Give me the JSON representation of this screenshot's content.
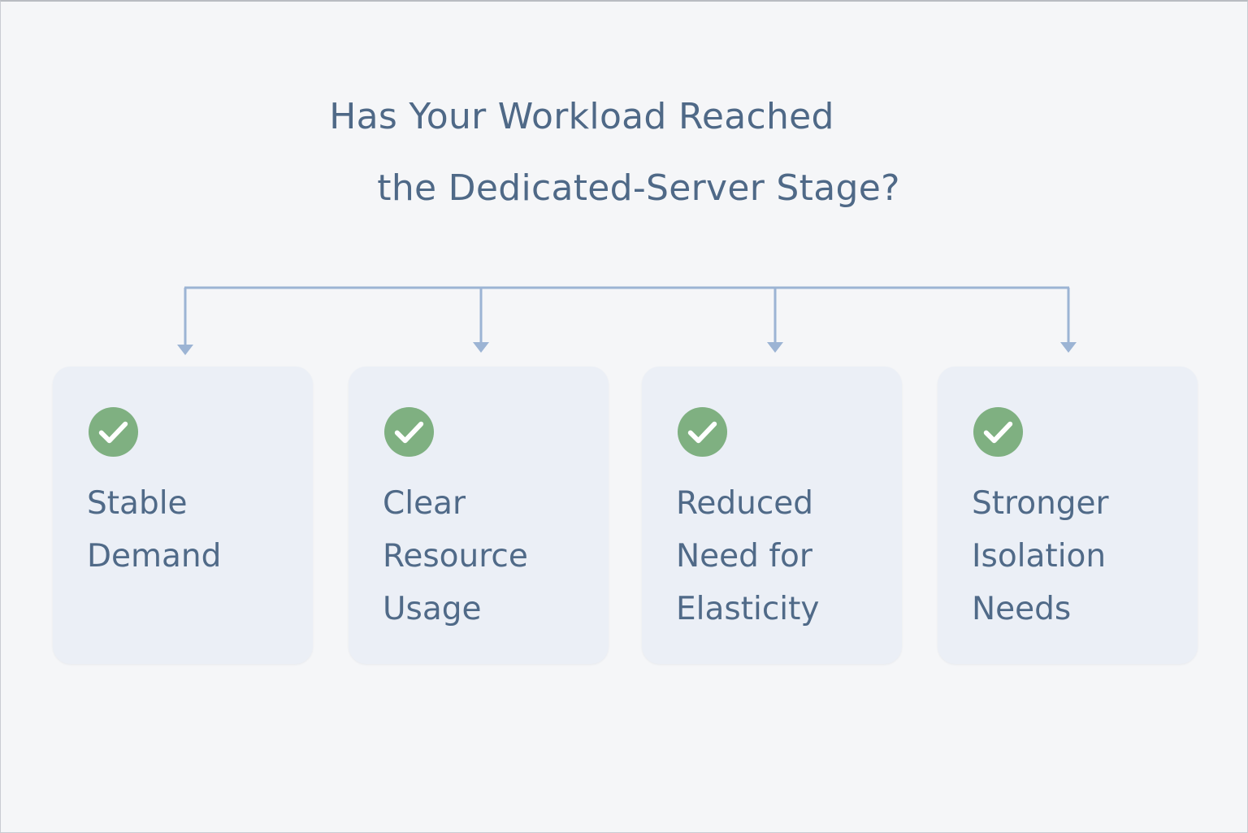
{
  "title": {
    "line1": "Has Your Workload Reached",
    "line2": "the Dedicated-Server Stage?"
  },
  "colors": {
    "text": "#4f6987",
    "connector": "#9cb4d4",
    "card_bg": "#ebeff6",
    "check": "#7fb081"
  },
  "cards": [
    {
      "lines": [
        "Stable",
        "Demand"
      ],
      "icon": "check-circle-icon"
    },
    {
      "lines": [
        "Clear",
        "Resource",
        "Usage"
      ],
      "icon": "check-circle-icon"
    },
    {
      "lines": [
        "Reduced",
        "Need for",
        "Elasticity"
      ],
      "icon": "check-circle-icon"
    },
    {
      "lines": [
        "Stronger",
        "Isolation",
        "Needs"
      ],
      "icon": "check-circle-icon"
    }
  ]
}
